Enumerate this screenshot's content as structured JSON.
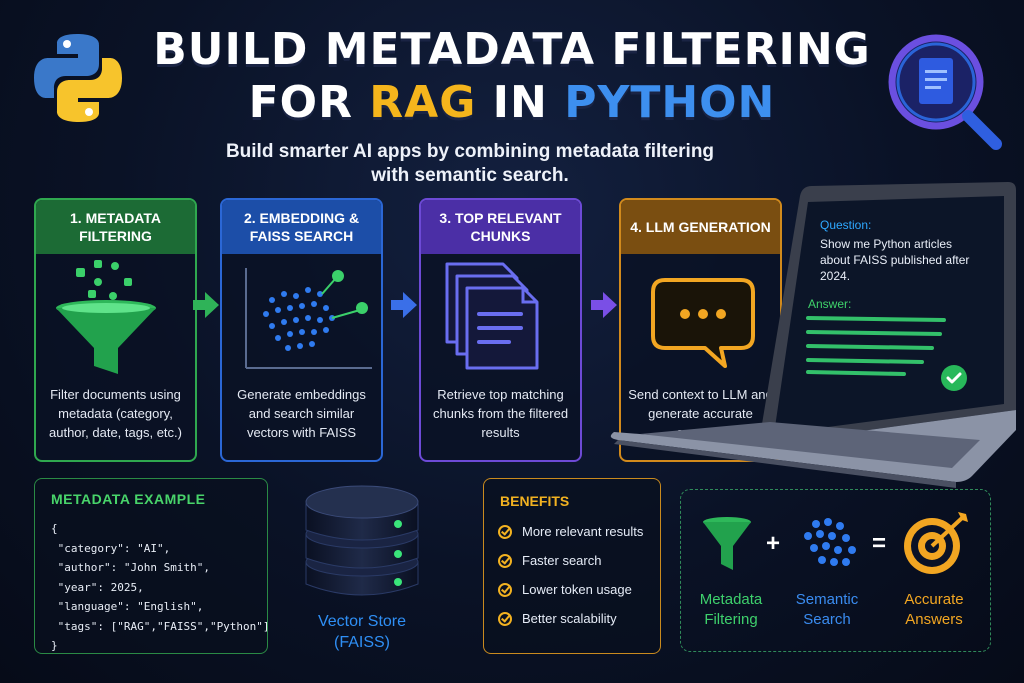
{
  "header": {
    "title_line1": "BUILD METADATA FILTERING",
    "title_for": "FOR",
    "title_rag": "RAG",
    "title_in": "IN",
    "title_python": "PYTHON",
    "subtitle_line1": "Build smarter AI apps by combining metadata filtering",
    "subtitle_line2": "with semantic search."
  },
  "icons": {
    "logo": "python-logo-icon",
    "search_doc": "document-search-icon"
  },
  "steps": [
    {
      "title": "1. METADATA FILTERING",
      "description": "Filter documents using metadata (category, author, date, tags, etc.)",
      "icon": "funnel-icon",
      "color": "#2fa84f"
    },
    {
      "title": "2. EMBEDDING & FAISS SEARCH",
      "description": "Generate embeddings and search similar vectors with FAISS",
      "icon": "scatter-vectors-icon",
      "color": "#2b67d6"
    },
    {
      "title": "3. TOP RELEVANT CHUNKS",
      "description": "Retrieve top matching chunks from the filtered results",
      "icon": "documents-stack-icon",
      "color": "#6d4ad6"
    },
    {
      "title": "4. LLM GENERATION",
      "description": "Send context to LLM and generate accurate answers",
      "icon": "chat-bubble-icon",
      "color": "#d28a1c"
    }
  ],
  "laptop": {
    "question_label": "Question:",
    "question_text": "Show me Python articles about FAISS published after 2024.",
    "answer_label": "Answer:"
  },
  "metadata_example": {
    "title": "METADATA EXAMPLE",
    "code_lines": [
      "{",
      " \"category\": \"AI\",",
      " \"author\": \"John Smith\",",
      " \"year\": 2025,",
      " \"language\": \"English\",",
      " \"tags\": [\"RAG\",\"FAISS\",\"Python\"]",
      "}"
    ]
  },
  "vector_store": {
    "label_line1": "Vector Store",
    "label_line2": "(FAISS)",
    "icon": "database-icon"
  },
  "benefits": {
    "title": "BENEFITS",
    "items": [
      "More relevant results",
      "Faster search",
      "Lower token usage",
      "Better scalability"
    ]
  },
  "equation": {
    "left_line1": "Metadata",
    "left_line2": "Filtering",
    "middle_line1": "Semantic",
    "middle_line2": "Search",
    "right_line1": "Accurate",
    "right_line2": "Answers",
    "plus": "+",
    "equals": "="
  },
  "colors": {
    "green": "#2fa84f",
    "blue": "#2b67d6",
    "purple": "#6d4ad6",
    "orange": "#d28a1c",
    "gold": "#f2b221"
  }
}
